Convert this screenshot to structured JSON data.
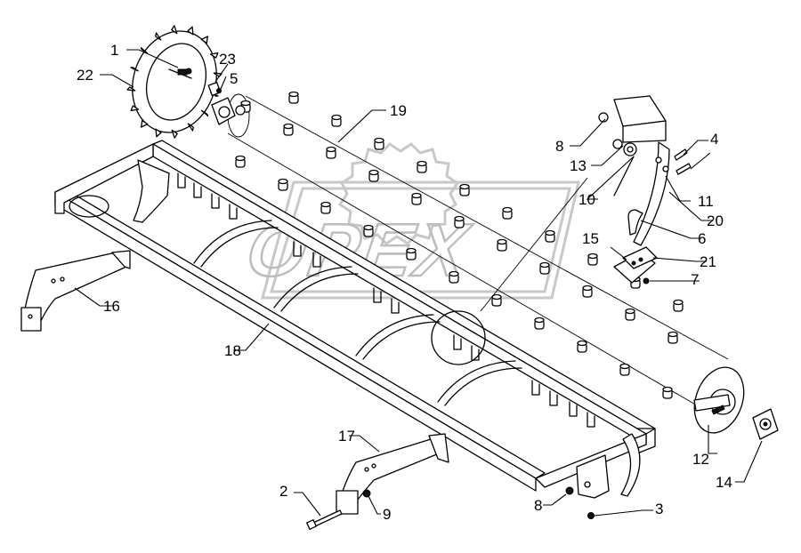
{
  "watermark": {
    "text": "OPEX"
  },
  "callouts": [
    {
      "id": "c1",
      "label": "1"
    },
    {
      "id": "c2",
      "label": "2"
    },
    {
      "id": "c3",
      "label": "3"
    },
    {
      "id": "c4",
      "label": "4"
    },
    {
      "id": "c5",
      "label": "5"
    },
    {
      "id": "c6",
      "label": "6"
    },
    {
      "id": "c7",
      "label": "7"
    },
    {
      "id": "c8a",
      "label": "8"
    },
    {
      "id": "c8b",
      "label": "8"
    },
    {
      "id": "c9",
      "label": "9"
    },
    {
      "id": "c10",
      "label": "10"
    },
    {
      "id": "c11",
      "label": "11"
    },
    {
      "id": "c12",
      "label": "12"
    },
    {
      "id": "c13",
      "label": "13"
    },
    {
      "id": "c14",
      "label": "14"
    },
    {
      "id": "c15",
      "label": "15"
    },
    {
      "id": "c16",
      "label": "16"
    },
    {
      "id": "c17",
      "label": "17"
    },
    {
      "id": "c18",
      "label": "18"
    },
    {
      "id": "c19",
      "label": "19"
    },
    {
      "id": "c20",
      "label": "20"
    },
    {
      "id": "c21",
      "label": "21"
    },
    {
      "id": "c22",
      "label": "22"
    },
    {
      "id": "c23",
      "label": "23"
    }
  ]
}
